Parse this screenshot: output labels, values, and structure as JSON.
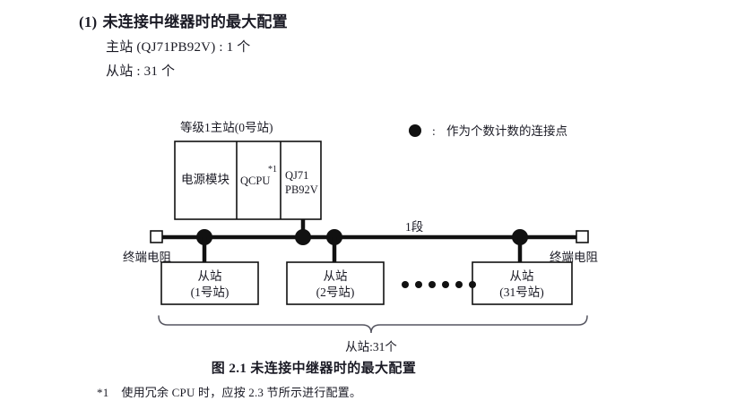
{
  "header": {
    "number": "(1)",
    "title": "未连接中继器时的最大配置",
    "lines": [
      "主站 (QJ71PB92V) : 1 个",
      "从站 : 31 个"
    ]
  },
  "legend": {
    "marker": "filled-circle",
    "separator": ":",
    "text": "作为个数计数的连接点"
  },
  "diagram": {
    "master_label": "等级1主站(0号站)",
    "segment_label": "1段",
    "modules": [
      {
        "name": "power-module",
        "label": "电源模块"
      },
      {
        "name": "cpu-module",
        "label": "QCPU",
        "footnote_mark": "*1"
      },
      {
        "name": "network-module",
        "label_line1": "QJ71",
        "label_line2": "PB92V"
      }
    ],
    "terminators": [
      {
        "name": "terminator-left",
        "label": "终端电阻"
      },
      {
        "name": "terminator-right",
        "label": "终端电阻"
      }
    ],
    "slaves": [
      {
        "title": "从站",
        "station": "(1号站)"
      },
      {
        "title": "从站",
        "station": "(2号站)"
      },
      {
        "title": "从站",
        "station": "(31号站)"
      }
    ],
    "ellipsis_dots": 6,
    "brace_label": "从站:31个"
  },
  "caption": "图 2.1  未连接中继器时的最大配置",
  "footnote": {
    "mark": "*1",
    "text": "使用冗余 CPU 时，应按 2.3 节所示进行配置。"
  },
  "colors": {
    "ink": "#1a1a24",
    "line": "#000000",
    "paper": "#ffffff"
  }
}
